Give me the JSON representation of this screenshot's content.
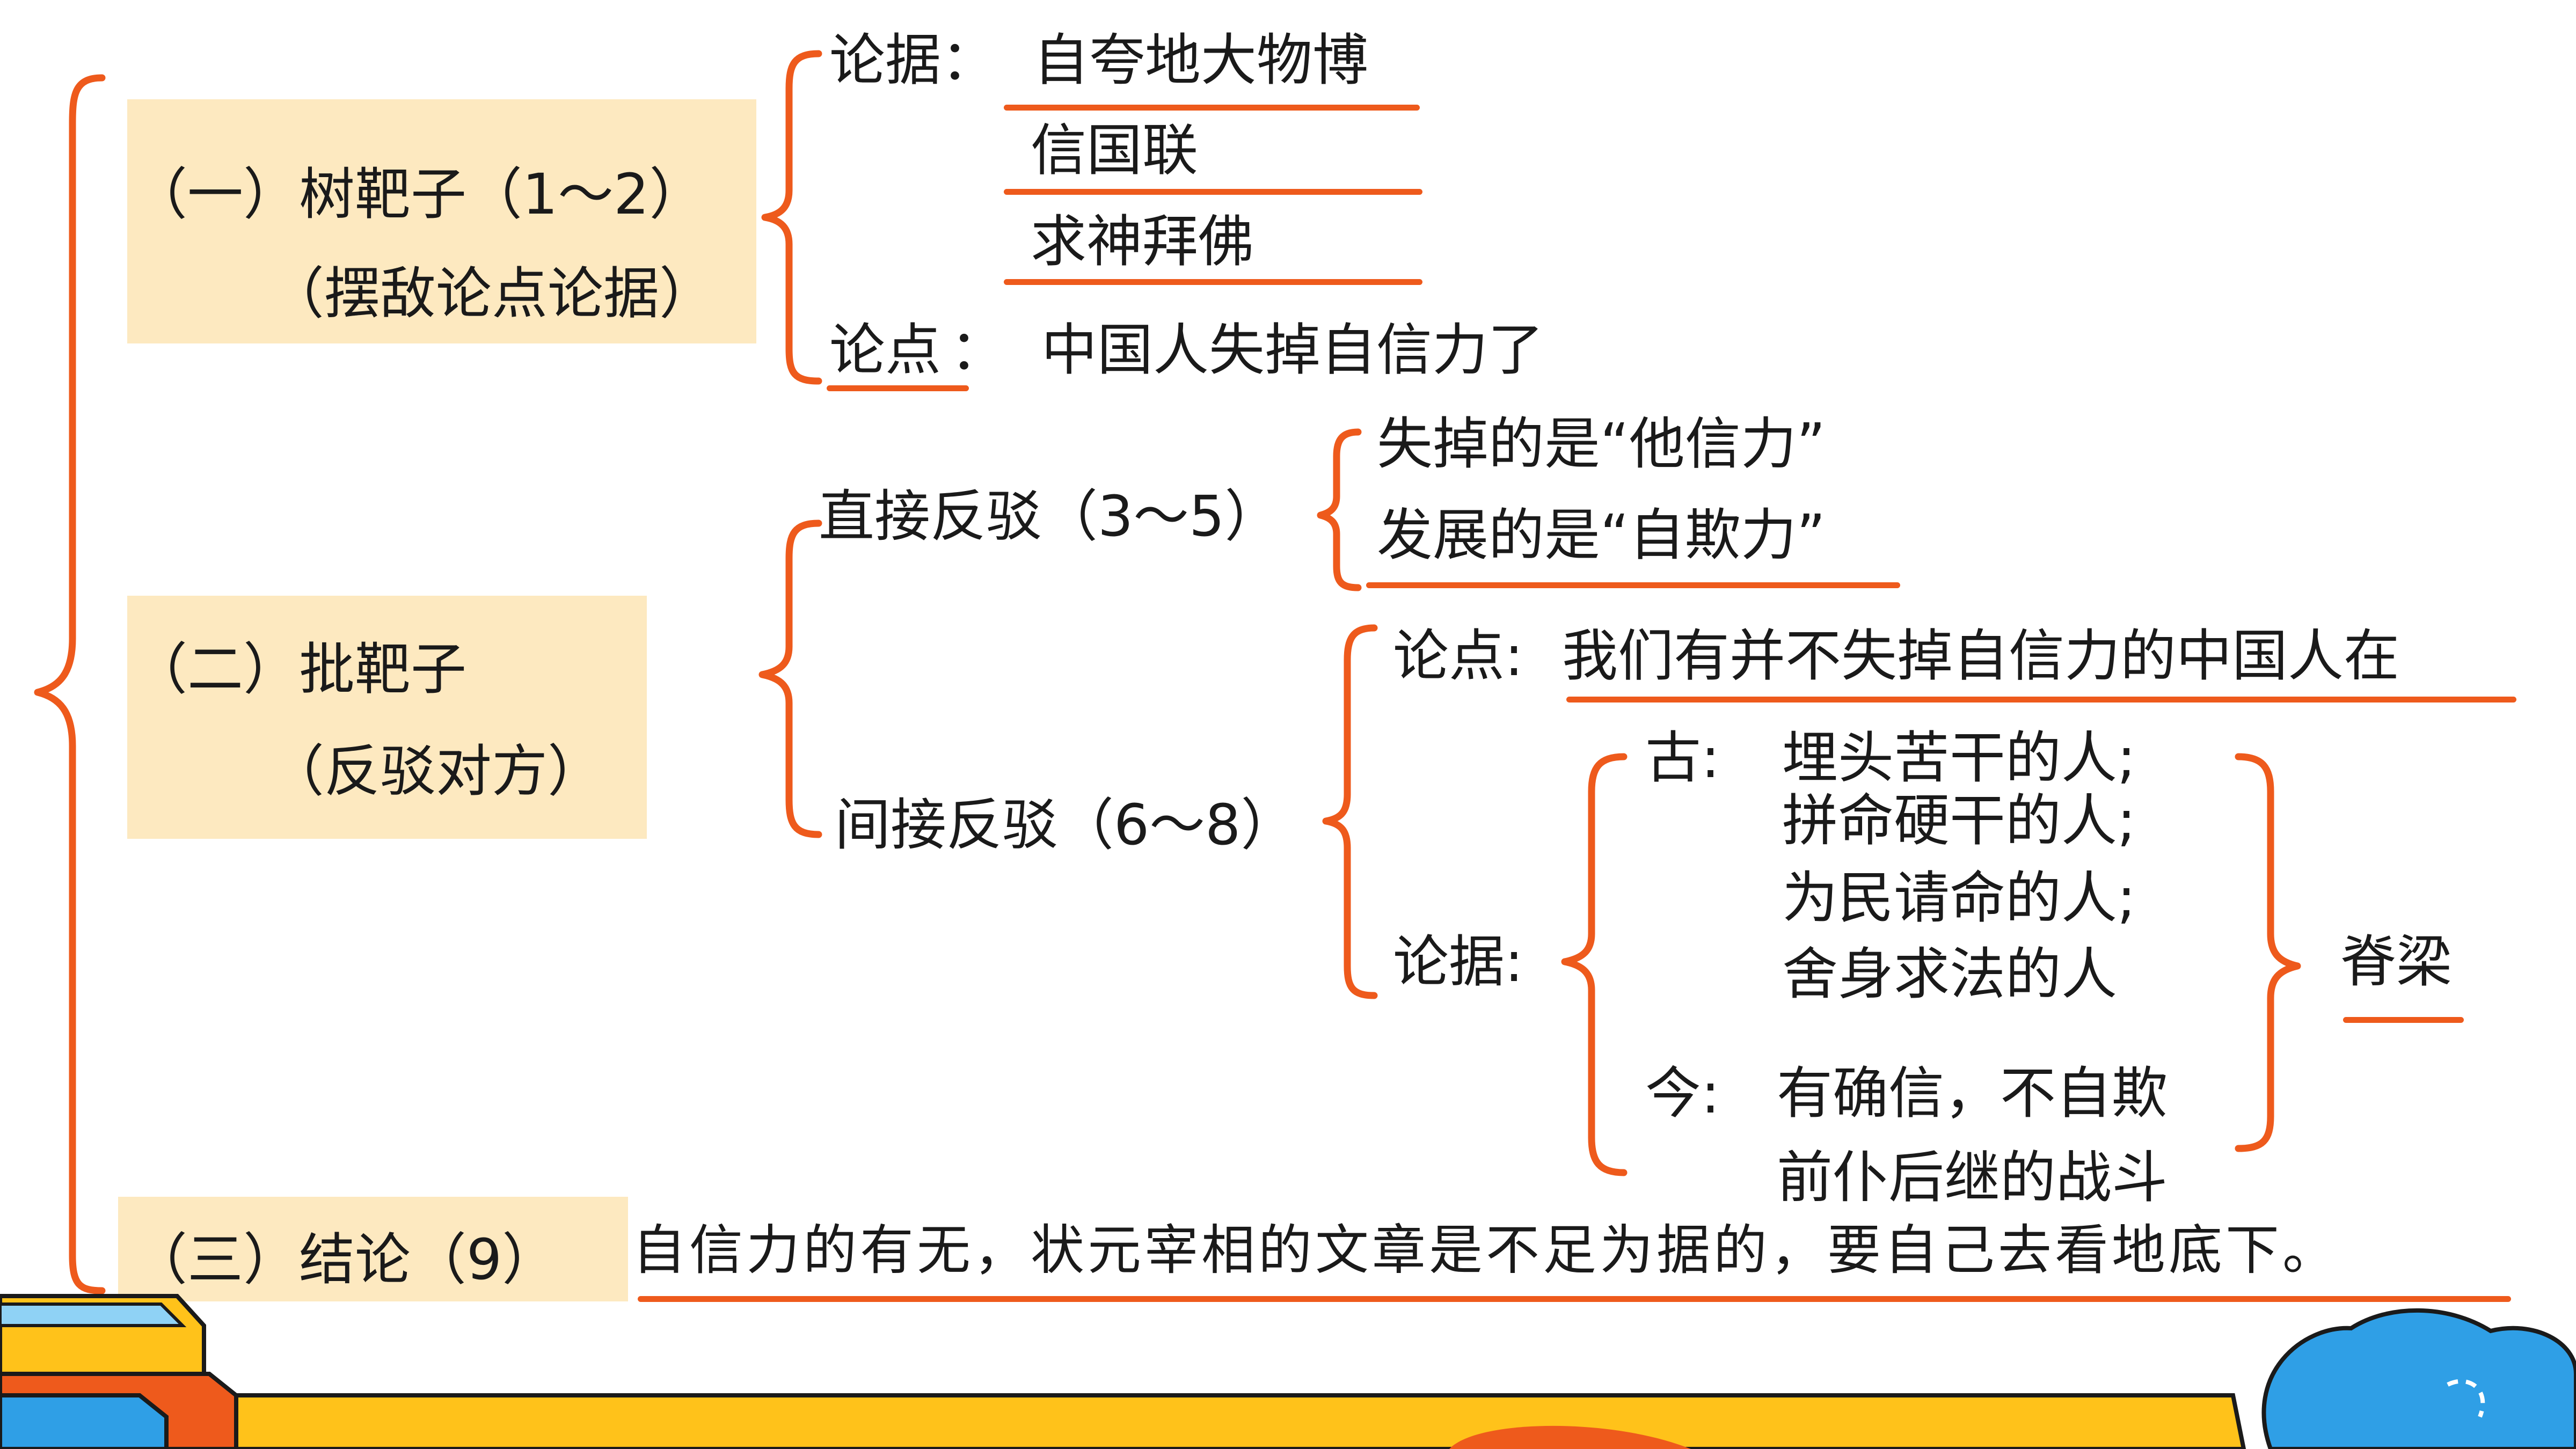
{
  "colors": {
    "accent": "#ee5a1c",
    "box_fill": "#fde9c0",
    "text": "#1a1a1a",
    "yellow": "#ffc21a",
    "blue": "#2f9fe6"
  },
  "section1": {
    "title": "（一）树靶子（1～2）",
    "subtitle": "（摆敌论点论据）"
  },
  "section2": {
    "title": "（二）批靶子",
    "subtitle": "（反驳对方）"
  },
  "section3": {
    "title": "（三）结论（9）",
    "conclusion": "自信力的有无，状元宰相的文章是不足为据的，要自己去看地底下。"
  },
  "arguments1": {
    "label": "论据：",
    "items": [
      "自夸地大物博",
      "信国联",
      "求神拜佛"
    ],
    "point_label": "论点",
    "point_sep": "：",
    "point_text": "中国人失掉自信力了"
  },
  "direct": {
    "label": "直接反驳（3～5）",
    "items": [
      "失掉的是“他信力”",
      "发展的是“自欺力”"
    ]
  },
  "indirect": {
    "label": "间接反驳（6～8）",
    "point_label": "论点:",
    "point_text": "我们有并不失掉自信力的中国人在",
    "evidence_label": "论据:",
    "ancient_label": "古:",
    "ancient_items": [
      "埋头苦干的人;",
      "拼命硬干的人;",
      "为民请命的人;",
      "舍身求法的人"
    ],
    "modern_label": "今:",
    "modern_items": [
      "有确信，不自欺",
      "前仆后继的战斗"
    ],
    "spine": "脊梁"
  }
}
